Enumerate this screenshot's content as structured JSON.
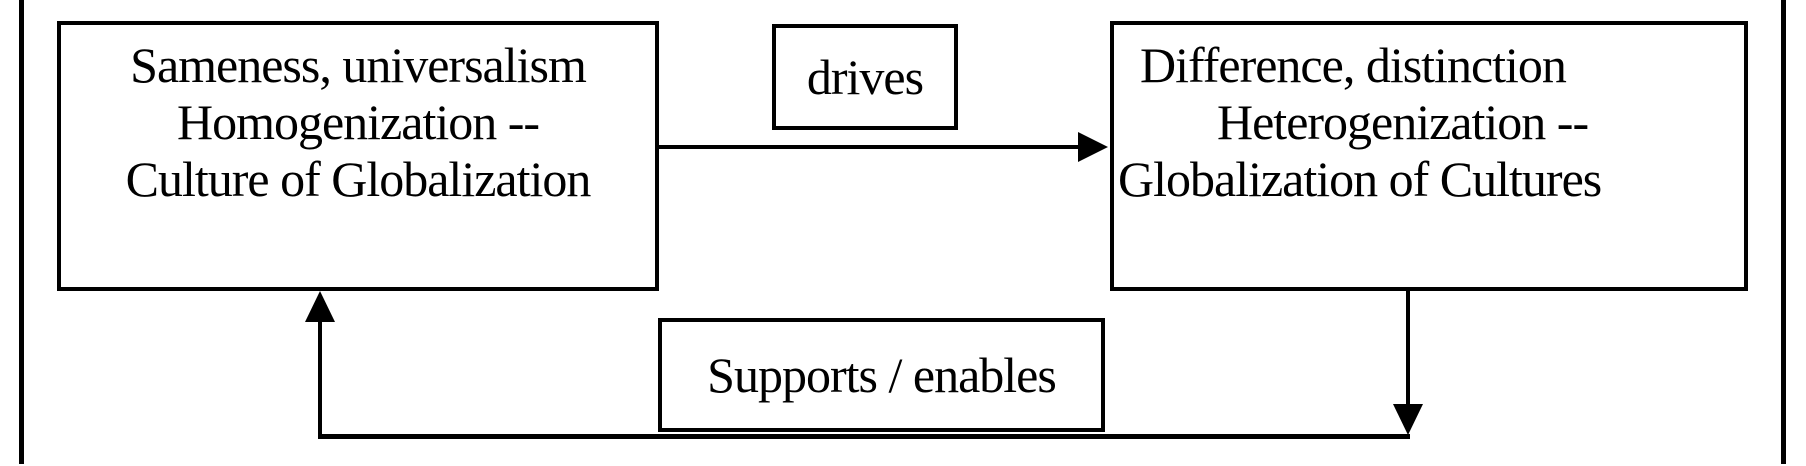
{
  "diagram": {
    "background_color": "#ffffff",
    "line_color": "#000000",
    "left_box": {
      "lines": [
        "Sameness, universalism",
        "Homogenization --",
        "Culture of Globalization"
      ]
    },
    "right_box": {
      "lines": [
        "Difference, distinction",
        "Heterogenization --",
        "Globalization of Cultures"
      ]
    },
    "drives_label": "drives",
    "supports_label": "Supports / enables",
    "relationships": {
      "forward": "left box drives right box",
      "feedback": "right box supports / enables left box"
    }
  }
}
